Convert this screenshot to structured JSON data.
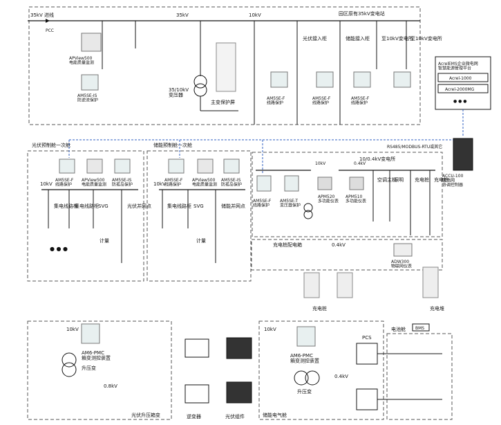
{
  "station": {
    "title": "园区原有35kV变电站",
    "incoming": "35kV 进线",
    "pcc": "PCC",
    "bus35": "35kV",
    "bus10": "10kV",
    "apview": "APView500\n电能质量监测",
    "am5se_is_anti": "AM5SE-IS\n防逆流保护",
    "transformer": "35/10kV\n变压器",
    "main_protect": "主变保护屏",
    "feeders": [
      "光伏接入柜",
      "储能接入柜",
      "至10kV变电所",
      "至10kV变电所"
    ],
    "am5se_f_1": "AM5SE-F\n线路保护",
    "am5se_f_2": "AM5SE-F\n线路保护",
    "am5se_f_3": "AM5SE-F\n线路保护"
  },
  "platform": {
    "title": "AcrelEMS企业微电网\n智慧能源管理平台",
    "items": [
      "Acrel-1000",
      "Acrel-2000MG"
    ],
    "more": "● ● ●"
  },
  "comm": "RS485/MODBUS-RTU或其它",
  "accu": "ACCU-100\n微电网\n协调控制器",
  "pv_cabin": {
    "title": "光伏预制舱一次舱",
    "bus": "10kV",
    "dev1": "AM5SE-F\n线路保护",
    "dev2": "APView500\n电能质量监测",
    "dev3": "AM5SE-IS\n防孤岛保护",
    "feeders": [
      "集电线路柜",
      "集电线路柜",
      "SVG",
      "光伏并网点"
    ],
    "meter": "计量",
    "dots": "● ● ●"
  },
  "es_cabin": {
    "title": "储能预制舱一次舱",
    "bus": "10kV",
    "dev1": "AM5SE-F\n线路保护",
    "dev2": "APView500\n电能质量监测",
    "dev3": "AM5SE-IS\n防孤岛保护",
    "feeders": [
      "集电线路柜",
      "SVG",
      "储能并网点"
    ],
    "meter": "计量"
  },
  "sub04": {
    "title": "10/0.4kV变电所",
    "bus10": "10kV",
    "bus04": "0.4kV",
    "dev1": "AM5SE-F\n线路保护",
    "dev2": "AM5SE-T\n变压器保护",
    "dev3": "APM520\n多功能仪表",
    "dev4": "APM510\n多功能仪表",
    "loads": [
      "空调主机",
      "照明",
      "充电桩",
      "充电桩"
    ]
  },
  "charge": {
    "box": "充电桩配电箱",
    "bus": "0.4kV",
    "meter": "ADW300\n物联网仪表",
    "pile": "充电桩",
    "heap": "充电堆"
  },
  "pv_boost": {
    "title": "光伏升压箱变",
    "v10": "10kV",
    "v08": "0.8kV",
    "dev": "AM6-PMC\n箱变测控装置",
    "transformer": "升压变",
    "inverter": "逆变器",
    "module": "光伏组件"
  },
  "es_room": {
    "title": "储能电气舱",
    "v10": "10kV",
    "v04": "0.4kV",
    "dev": "AM6-PMC\n箱变测控装置",
    "transformer": "升压变",
    "pcs": "PCS",
    "battery": "电池舱",
    "bms": "BMS"
  }
}
